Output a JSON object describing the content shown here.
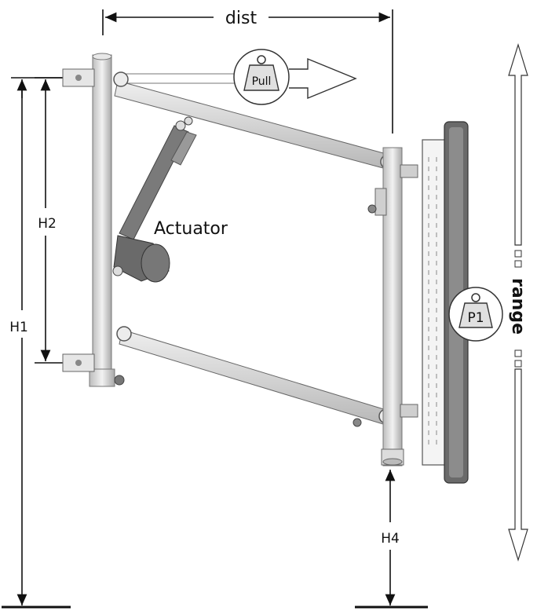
{
  "labels": {
    "dist": "dist",
    "pull": "Pull",
    "actuator": "Actuator",
    "h2": "H2",
    "h1": "H1",
    "h4": "H4",
    "p1": "P1",
    "range": "range"
  },
  "colors": {
    "steel": "#d9d9d9",
    "steel_dark": "#8a8a8a",
    "actuator": "#6f6f6f",
    "ink": "#111111",
    "panel_frame": "#5a5a5a"
  },
  "icons": [
    "weight-icon",
    "arrow-right-icon",
    "double-arrow-vertical-icon"
  ]
}
